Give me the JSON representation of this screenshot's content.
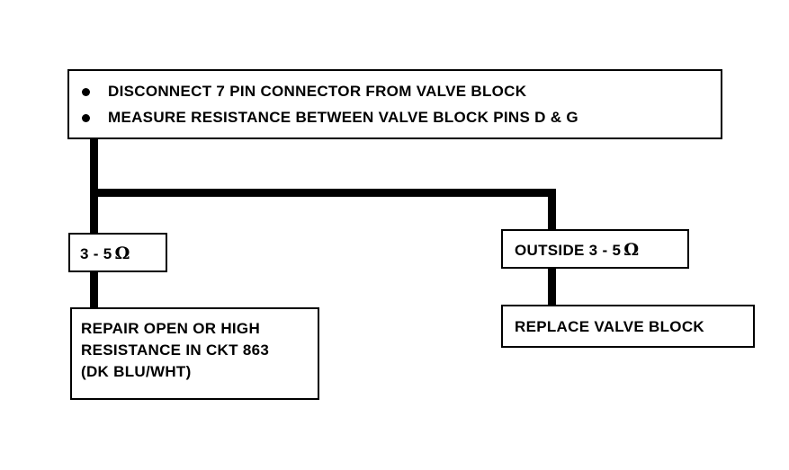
{
  "top_box": {
    "items": [
      "DISCONNECT 7 PIN CONNECTOR FROM VALVE BLOCK",
      "MEASURE RESISTANCE BETWEEN VALVE BLOCK PINS D & G"
    ]
  },
  "left_branch": {
    "condition": "3 - 5",
    "condition_unit": "Ω",
    "action_lines": [
      "REPAIR OPEN OR HIGH",
      "RESISTANCE IN CKT 863",
      "(DK BLU/WHT)"
    ]
  },
  "right_branch": {
    "condition": "OUTSIDE 3 - 5",
    "condition_unit": "Ω",
    "action": "REPLACE VALVE BLOCK"
  }
}
